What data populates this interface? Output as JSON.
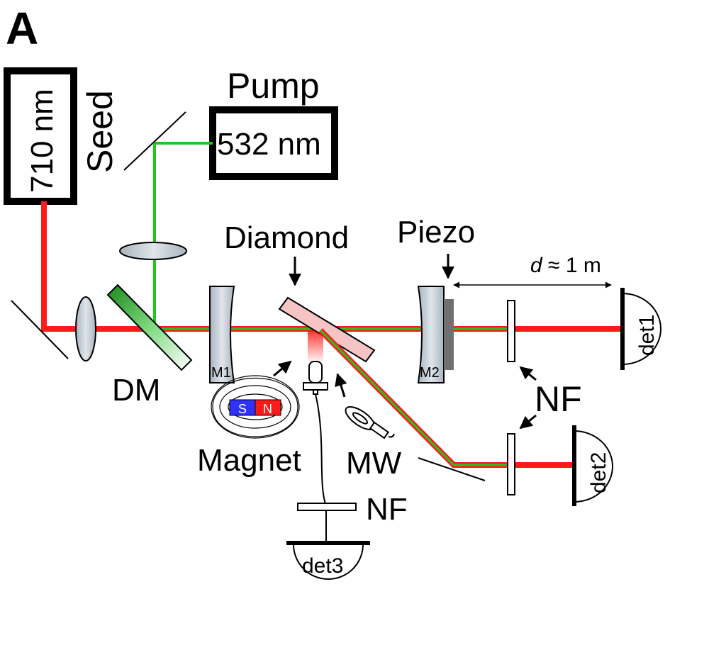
{
  "panel_letter": "A",
  "labels": {
    "seed_wavelength": "710 nm",
    "seed": "Seed",
    "pump": "Pump",
    "pump_wavelength": "532 nm",
    "diamond": "Diamond",
    "piezo": "Piezo",
    "distance_symbol": "d",
    "distance_value": " ≈ 1 m",
    "dichroic_mirror": "DM",
    "mirror1": "M1",
    "mirror2": "M2",
    "magnet": "Magnet",
    "magnet_south": "S",
    "magnet_north": "N",
    "microwave": "MW",
    "notch_filter_right": "NF",
    "notch_filter_bottom": "NF",
    "detector1": "det1",
    "detector2": "det2",
    "detector3": "det3"
  },
  "colors": {
    "seed_beam": "#ff1a1a",
    "pump_beam": "#22c422",
    "optic_fill": "#c8d0d8",
    "magnet_south": "#3030ff",
    "magnet_north": "#ff1a1a",
    "diamond_fill": "#f6c4c4",
    "piezo_fill": "#707070"
  }
}
